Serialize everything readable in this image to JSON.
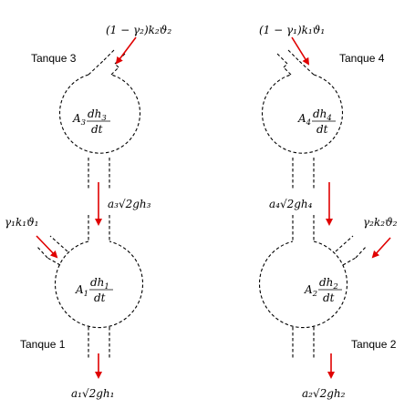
{
  "tanks": [
    {
      "id": "3",
      "label": "Tanque 3",
      "area_sym": "A",
      "area_sub": "3",
      "deriv_num": "dh",
      "deriv_num_sub": "3",
      "deriv_den": "dt"
    },
    {
      "id": "4",
      "label": "Tanque 4",
      "area_sym": "A",
      "area_sub": "4",
      "deriv_num": "dh",
      "deriv_num_sub": "4",
      "deriv_den": "dt"
    },
    {
      "id": "1",
      "label": "Tanque 1",
      "area_sym": "A",
      "area_sub": "1",
      "deriv_num": "dh",
      "deriv_num_sub": "1",
      "deriv_den": "dt"
    },
    {
      "id": "2",
      "label": "Tanque 2",
      "area_sym": "A",
      "area_sub": "2",
      "deriv_num": "dh",
      "deriv_num_sub": "2",
      "deriv_den": "dt"
    }
  ],
  "flows": {
    "in_tank3": "(1 − γ₂)k₂ϑ₂",
    "in_tank4": "(1 − γ₁)k₁ϑ₁",
    "in_tank1": "γ₁k₁ϑ₁",
    "in_tank2": "γ₂k₂ϑ₂",
    "out_tank3": "a₃√2gh₃",
    "out_tank4": "a₄√2gh₄",
    "out_tank1": "a₁√2gh₁",
    "out_tank2": "a₂√2gh₂"
  },
  "colors": {
    "arrow": "#e00000",
    "line": "#000000"
  }
}
